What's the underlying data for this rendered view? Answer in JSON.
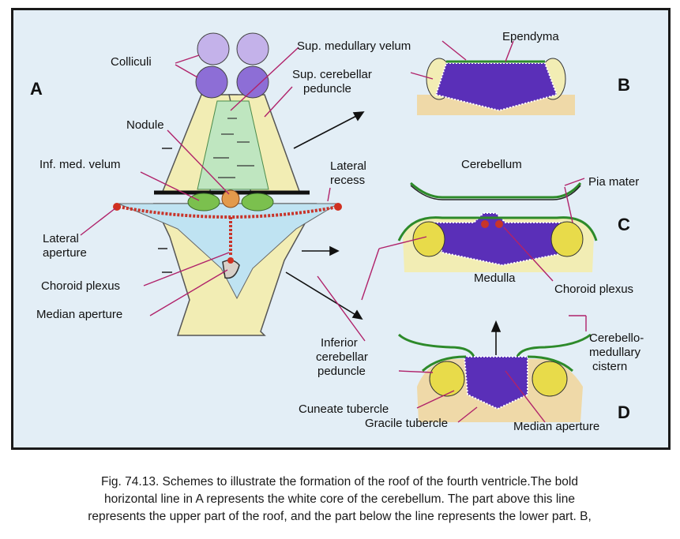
{
  "panels": {
    "a": "A",
    "b": "B",
    "c": "C",
    "d": "D"
  },
  "labels": {
    "colliculi": "Colliculi",
    "sup_medullary_velum": "Sup. medullary velum",
    "ependyma": "Ependyma",
    "sup_cerebellar": "Sup. cerebellar",
    "peduncle": "peduncle",
    "nodule": "Nodule",
    "inf_med_velum": "Inf. med. velum",
    "lateral": "Lateral",
    "recess": "recess",
    "cerebellum": "Cerebellum",
    "pia_mater": "Pia mater",
    "lateral_aperture_1": "Lateral",
    "lateral_aperture_2": "aperture",
    "choroid_plexus_left": "Choroid plexus",
    "median_aperture_left": "Median aperture",
    "medulla": "Medulla",
    "choroid_plexus_right": "Choroid plexus",
    "inferior": "Inferior",
    "cerebellar": "cerebellar",
    "peduncle_inf": "peduncle",
    "cerebello": "Cerebello-",
    "medullary": "medullary",
    "cistern": "cistern",
    "cuneate_tubercle": "Cuneate tubercle",
    "gracile_tubercle": "Gracile tubercle",
    "median_aperture_right": "Median aperture"
  },
  "caption": {
    "line1": "Fig. 74.13. Schemes to illustrate the formation of the roof of the fourth ventricle.The bold",
    "line2": "horizontal line in A represents the white core of the cerebellum. The part above this line",
    "line3": "represents the upper part of the roof, and the part below the line represents the lower part. B,"
  },
  "colors": {
    "background": "#e3eef6",
    "peduncle_yellow": "#f4efb6",
    "ventricle_blue": "#5a2fb8",
    "pia_green": "#2d8a2a",
    "leader_magenta": "#b0226a",
    "colliculi_purple": "#b59be0",
    "choroid_red": "#c8342a"
  }
}
